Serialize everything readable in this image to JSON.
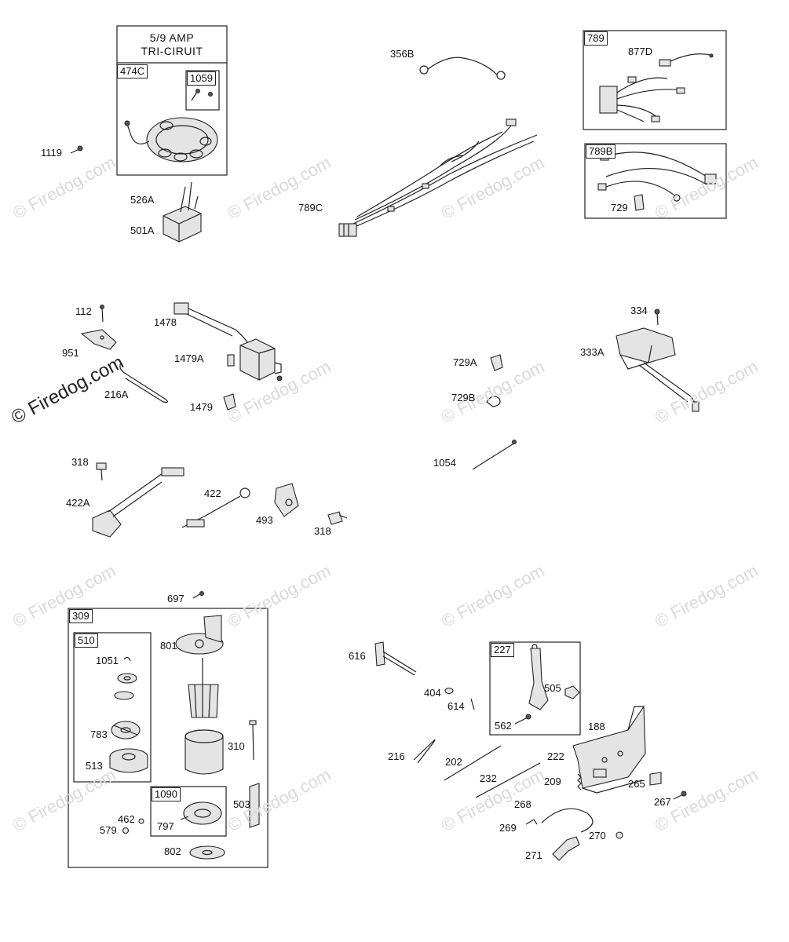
{
  "watermark": "© Firedog.com",
  "title_line1": "5/9  AMP",
  "title_line2": "TRI-CIRUIT",
  "boxes": {
    "b474C": "474C",
    "b1059": "1059",
    "b789": "789",
    "b789B": "789B",
    "b309": "309",
    "b510": "510",
    "b1090": "1090",
    "b227": "227"
  },
  "labels": {
    "l1119": "1119",
    "l526A": "526A",
    "l501A": "501A",
    "l356B": "356B",
    "l789C": "789C",
    "l877D": "877D",
    "l729": "729",
    "l112": "112",
    "l1478": "1478",
    "l951": "951",
    "l1479A": "1479A",
    "l216A": "216A",
    "l1479": "1479",
    "l334": "334",
    "l333A": "333A",
    "l729A": "729A",
    "l729B": "729B",
    "l1054": "1054",
    "l318a": "318",
    "l422A": "422A",
    "l422": "422",
    "l493": "493",
    "l318b": "318",
    "l697": "697",
    "l801": "801",
    "l1051": "1051",
    "l783": "783",
    "l513": "513",
    "l310": "310",
    "l503": "503",
    "l462": "462",
    "l579": "579",
    "l797": "797",
    "l802": "802",
    "l616": "616",
    "l404": "404",
    "l614": "614",
    "l505": "505",
    "l562": "562",
    "l188": "188",
    "l216": "216",
    "l202": "202",
    "l222": "222",
    "l232": "232",
    "l209": "209",
    "l265": "265",
    "l267": "267",
    "l268": "268",
    "l269": "269",
    "l270": "270",
    "l271": "271"
  }
}
